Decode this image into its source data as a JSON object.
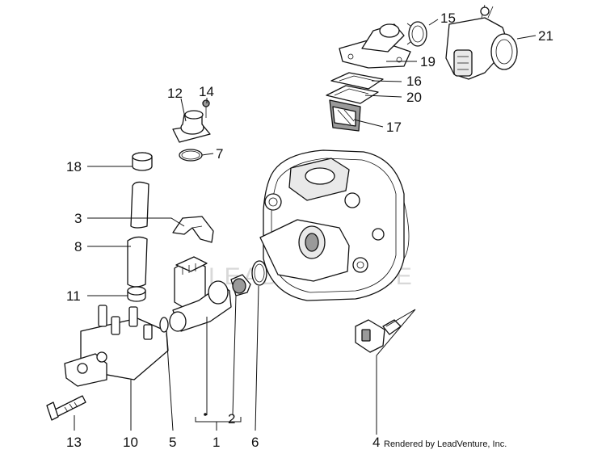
{
  "diagram": {
    "watermark": "LEADVENTURE",
    "credit": "Rendered by LeadVenture, Inc.",
    "callouts": {
      "p1": "1",
      "p2": "2",
      "p3": "3",
      "p4": "4",
      "p5": "5",
      "p6": "6",
      "p7": "7",
      "p8": "8",
      "p10": "10",
      "p11": "11",
      "p12": "12",
      "p13": "13",
      "p14": "14",
      "p15": "15",
      "p16": "16",
      "p17": "17",
      "p18": "18",
      "p19": "19",
      "p20": "20",
      "p21": "21"
    }
  }
}
